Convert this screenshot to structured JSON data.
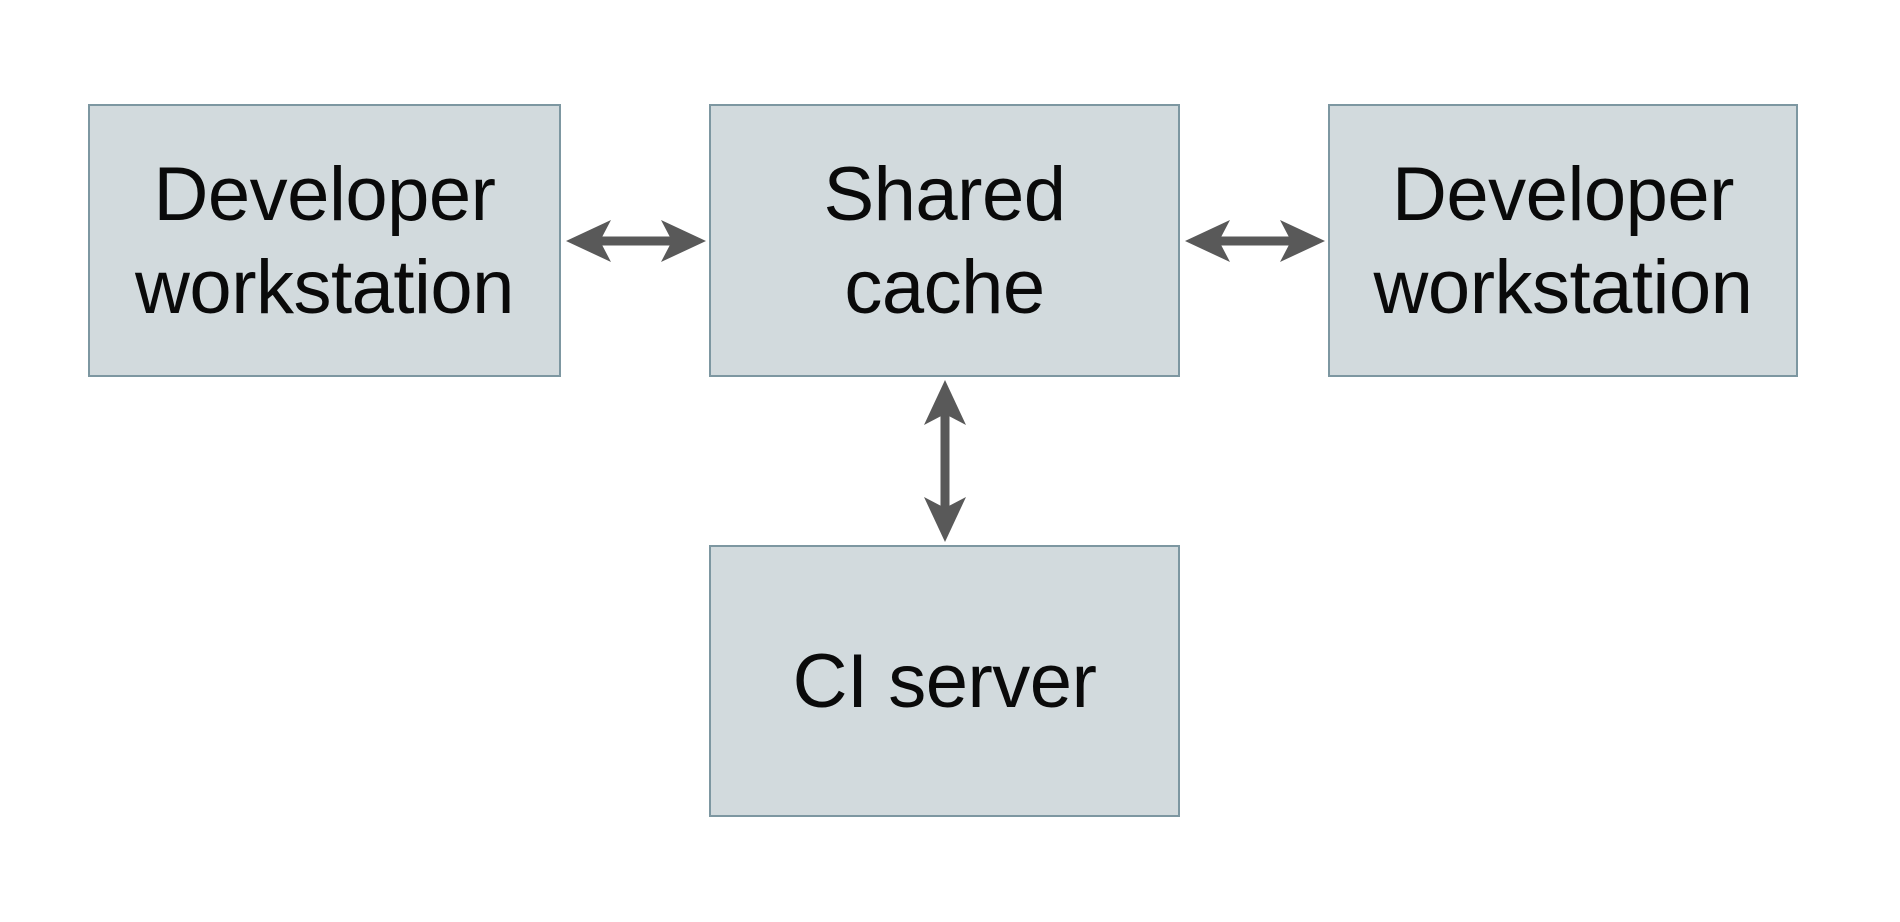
{
  "diagram": {
    "type": "architecture-diagram",
    "colors": {
      "background": "#ffffff",
      "node_fill": "#d2dadd",
      "node_border": "#7d97a1",
      "arrow": "#595959",
      "text": "#0a0a0a"
    },
    "nodes": [
      {
        "id": "developer-workstation-left",
        "label": "Developer workstation",
        "lines": [
          "Developer",
          "workstation"
        ]
      },
      {
        "id": "shared-cache",
        "label": "Shared cache",
        "lines": [
          "Shared",
          "cache"
        ]
      },
      {
        "id": "developer-workstation-right",
        "label": "Developer workstation",
        "lines": [
          "Developer",
          "workstation"
        ]
      },
      {
        "id": "ci-server",
        "label": "CI server",
        "lines": [
          "CI server"
        ]
      }
    ],
    "edges": [
      {
        "from": "developer-workstation-left",
        "to": "shared-cache",
        "style": "double-headed-arrow",
        "orientation": "horizontal"
      },
      {
        "from": "shared-cache",
        "to": "developer-workstation-right",
        "style": "double-headed-arrow",
        "orientation": "horizontal"
      },
      {
        "from": "shared-cache",
        "to": "ci-server",
        "style": "double-headed-arrow",
        "orientation": "vertical"
      }
    ]
  }
}
